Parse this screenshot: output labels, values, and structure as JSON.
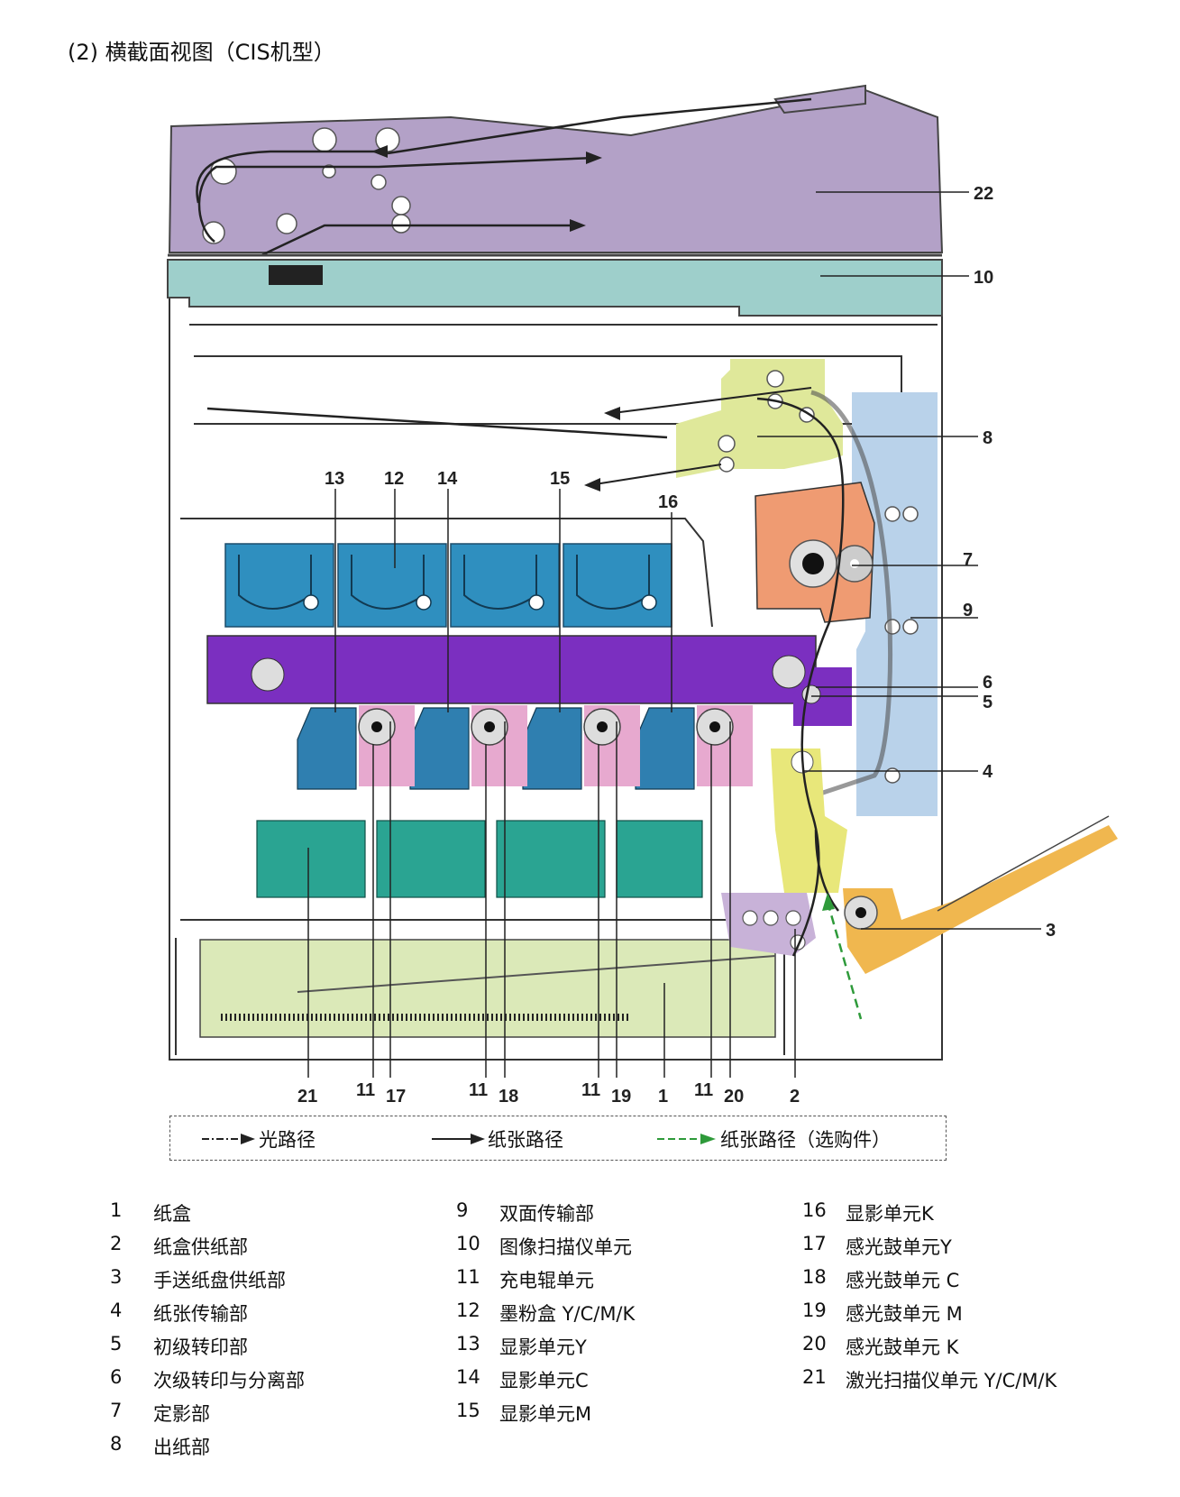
{
  "title": "(2) 横截面视图（CIS机型）",
  "callouts": [
    "22",
    "10",
    "8",
    "7",
    "9",
    "6",
    "5",
    "4",
    "3",
    "13",
    "12",
    "14",
    "15",
    "16",
    "21",
    "11",
    "17",
    "11",
    "18",
    "11",
    "19",
    "1",
    "11",
    "20",
    "2"
  ],
  "legend": {
    "light_path": "光路径",
    "paper_path": "纸张路径",
    "optional_path": "纸张路径（选购件）"
  },
  "key_items": [
    {
      "num": "1",
      "name": "纸盒"
    },
    {
      "num": "2",
      "name": "纸盒供纸部"
    },
    {
      "num": "3",
      "name": "手送纸盘供纸部"
    },
    {
      "num": "4",
      "name": "纸张传输部"
    },
    {
      "num": "5",
      "name": "初级转印部"
    },
    {
      "num": "6",
      "name": "次级转印与分离部"
    },
    {
      "num": "7",
      "name": "定影部"
    },
    {
      "num": "8",
      "name": "出纸部"
    },
    {
      "num": "9",
      "name": "双面传输部"
    },
    {
      "num": "10",
      "name": "图像扫描仪单元"
    },
    {
      "num": "11",
      "name": "充电辊单元"
    },
    {
      "num": "12",
      "name": "墨粉盒  Y/C/M/K"
    },
    {
      "num": "13",
      "name": "显影单元Y"
    },
    {
      "num": "14",
      "name": "显影单元C"
    },
    {
      "num": "15",
      "name": "显影单元M"
    },
    {
      "num": "16",
      "name": "显影单元K"
    },
    {
      "num": "17",
      "name": "感光鼓单元Y"
    },
    {
      "num": "18",
      "name": "感光鼓单元  C"
    },
    {
      "num": "19",
      "name": "感光鼓单元  M"
    },
    {
      "num": "20",
      "name": "感光鼓单元  K"
    },
    {
      "num": "21",
      "name": "激光扫描仪单元  Y/C/M/K"
    }
  ],
  "colors": {
    "adf": "#b3a1c7",
    "scanner": "#9ecfcb",
    "toner": "#2f8fbf",
    "transfer_belt": "#7b2fc0",
    "developer": "#2f7fb0",
    "drum": "#e7a9cf",
    "laser": "#2aa492",
    "cassette": "#dbe9b8",
    "exit": "#dfe89a",
    "fuser": "#ef9b72",
    "duplex": "#b9d2ea",
    "conveyance": "#e8e77a",
    "manual_feed": "#f0b74f",
    "feed": "#c8b2d8",
    "optional_path": "#2e9a3a"
  }
}
